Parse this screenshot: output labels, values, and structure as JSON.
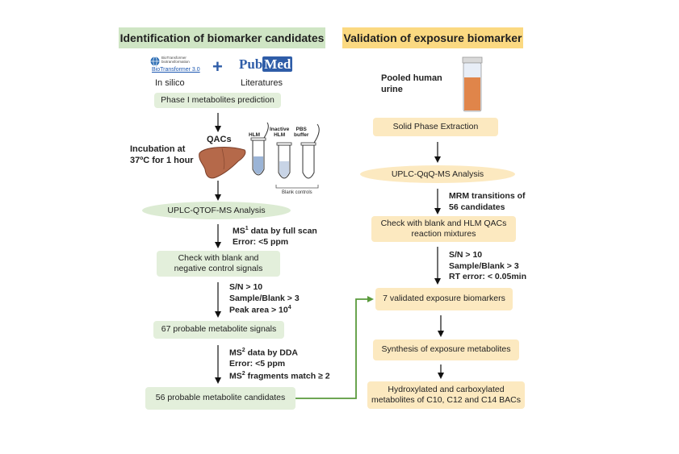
{
  "left": {
    "header": "Identification of biomarker candidates",
    "biotransformer": {
      "small_line1": "BioTransformer",
      "small_line2": "biotransformation",
      "name": "BioTransformer 3.0",
      "caption": "In silico"
    },
    "plus": "+",
    "pubmed": {
      "part1": "Pub",
      "part2": "Med",
      "caption": "Literatures"
    },
    "phase1_box": "Phase I metabolites prediction",
    "qacs_label": "QACs",
    "incubation_line1": "Incubation at",
    "incubation_line2": "37ºC for 1 hour",
    "tubes": {
      "hlm": "HLM",
      "inactive_line1": "Inactive",
      "inactive_line2": "HLM",
      "pbs_line1": "PBS",
      "pbs_line2": "buffer",
      "blank_controls": "Blank controls"
    },
    "qtof_ellipse": "UPLC-QTOF-MS Analysis",
    "ms1_line1_a": "MS",
    "ms1_line1_sup": "1",
    "ms1_line1_b": " data by full scan",
    "ms1_line2": "Error: <5 ppm",
    "check_box_line1": "Check with blank and",
    "check_box_line2": "negative control signals",
    "criteria1_line1": "S/N > 10",
    "criteria1_line2": "Sample/Blank > 3",
    "criteria1_line3_a": "Peak area > 10",
    "criteria1_line3_sup": "4",
    "probable_signals_box": "67 probable metabolite signals",
    "ms2_line1_a": "MS",
    "ms2_line1_sup": "2",
    "ms2_line1_b": " data by DDA",
    "ms2_line2": "Error: <5 ppm",
    "ms2_line3_a": "MS",
    "ms2_line3_sup": "2",
    "ms2_line3_b": " fragments match ≥ 2",
    "candidates_box": "56 probable metabolite candidates"
  },
  "right": {
    "header": "Validation of exposure biomarker",
    "urine_line1": "Pooled human",
    "urine_line2": "urine",
    "spe_box": "Solid Phase Extraction",
    "qqq_ellipse": "UPLC-QqQ-MS Analysis",
    "mrm_line1": "MRM transitions of",
    "mrm_line2": "56 candidates",
    "check_box_line1": "Check with blank and HLM QACs",
    "check_box_line2": "reaction mixtures",
    "criteria2_line1": "S/N > 10",
    "criteria2_line2": "Sample/Blank > 3",
    "criteria2_line3": "RT error: < 0.05min",
    "validated_box": "7 validated exposure biomarkers",
    "synthesis_box": "Synthesis of exposure metabolites",
    "final_box_line1": "Hydroxylated and carboxylated",
    "final_box_line2": "metabolites of C10, C12 and C14 BACs"
  },
  "colors": {
    "green_header": "#cfe5c4",
    "yellow_header": "#fbd981",
    "green_box": "#e3efdb",
    "yellow_box": "#fce9c0",
    "connector": "#5a9a3c",
    "liver": "#b5694a",
    "pubmed_blue": "#2f5da8"
  }
}
